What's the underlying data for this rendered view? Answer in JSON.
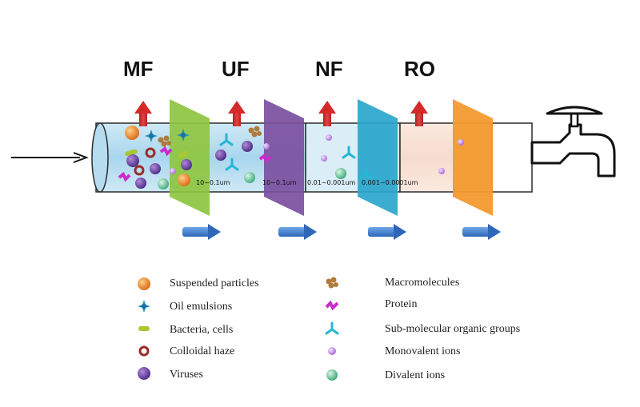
{
  "stages": [
    {
      "name": "MF",
      "range": "10~0.1um"
    },
    {
      "name": "UF",
      "range": "10~0.1um"
    },
    {
      "name": "NF",
      "range": "0.01~0.001um"
    },
    {
      "name": "RO",
      "range": "0.001~0.0001um"
    }
  ],
  "legend": {
    "left": [
      {
        "label": "Suspended particles",
        "icon": "orange-sphere-icon"
      },
      {
        "label": "Oil emulsions",
        "icon": "teal-star-icon"
      },
      {
        "label": "Bacteria, cells",
        "icon": "green-capsule-icon"
      },
      {
        "label": "Colloidal haze",
        "icon": "red-ring-icon"
      },
      {
        "label": "Viruses",
        "icon": "purple-sphere-icon"
      }
    ],
    "right": [
      {
        "label": "Macromolecules",
        "icon": "macromolecule-icon"
      },
      {
        "label": "Protein",
        "icon": "magenta-protein-icon"
      },
      {
        "label": "Sub-molecular organic groups",
        "icon": "cyan-trident-icon"
      },
      {
        "label": "Monovalent ions",
        "icon": "small-violet-sphere-icon"
      },
      {
        "label": "Divalent ions",
        "icon": "green-sphere-icon"
      }
    ]
  },
  "colors": {
    "membrane_mf": "#8dc63f",
    "membrane_uf": "#7b4fa0",
    "membrane_nf": "#2aa6cc",
    "membrane_ro": "#f39a2e",
    "reject_arrow": "#d42a2a",
    "flow_arrow": "#3a7fd0"
  }
}
